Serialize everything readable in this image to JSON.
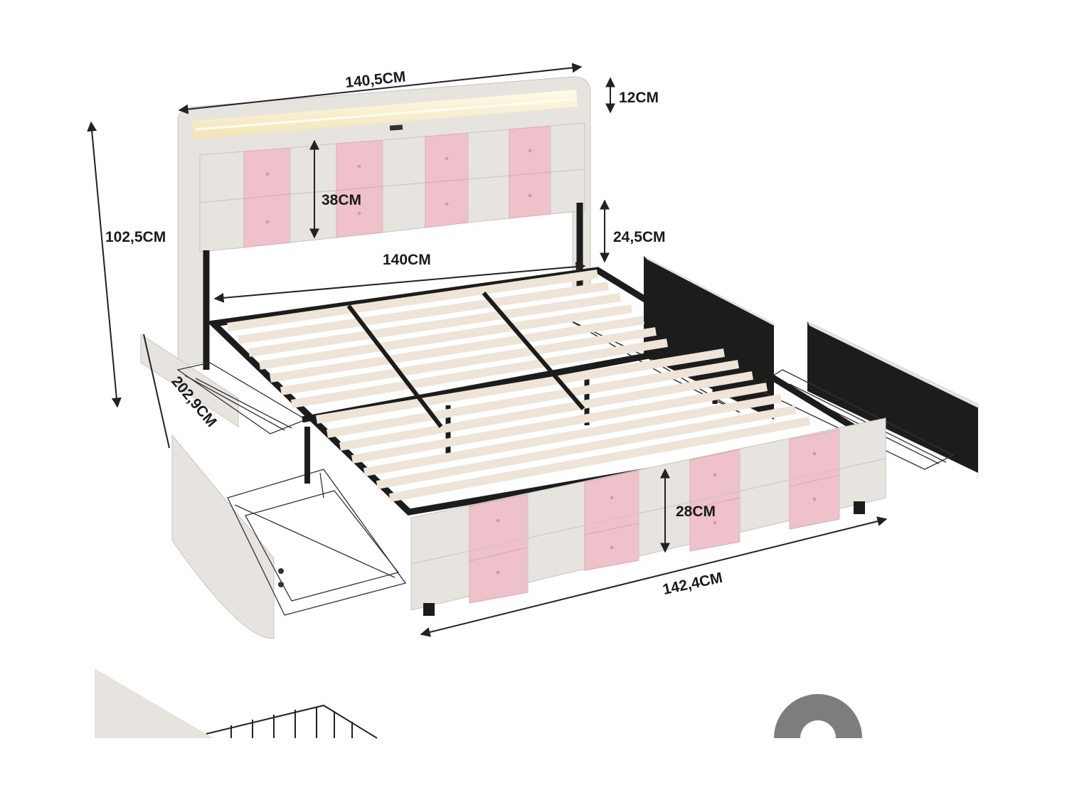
{
  "dimensions": {
    "headboard_width": "140,5CM",
    "headboard_shelf_height": "12CM",
    "headboard_panel_height": "38CM",
    "total_height": "102,5CM",
    "clearance_height": "24,5CM",
    "inner_width": "140CM",
    "total_length": "202,9CM",
    "footboard_height": "28CM",
    "footboard_width": "142,4CM"
  },
  "colors": {
    "upholstery_beige": "#e7e3de",
    "upholstery_pink": "#efc2cb",
    "frame_black": "#1c1c1c",
    "slat_wood": "#efe4d8",
    "led_light": "#fff6d6"
  }
}
